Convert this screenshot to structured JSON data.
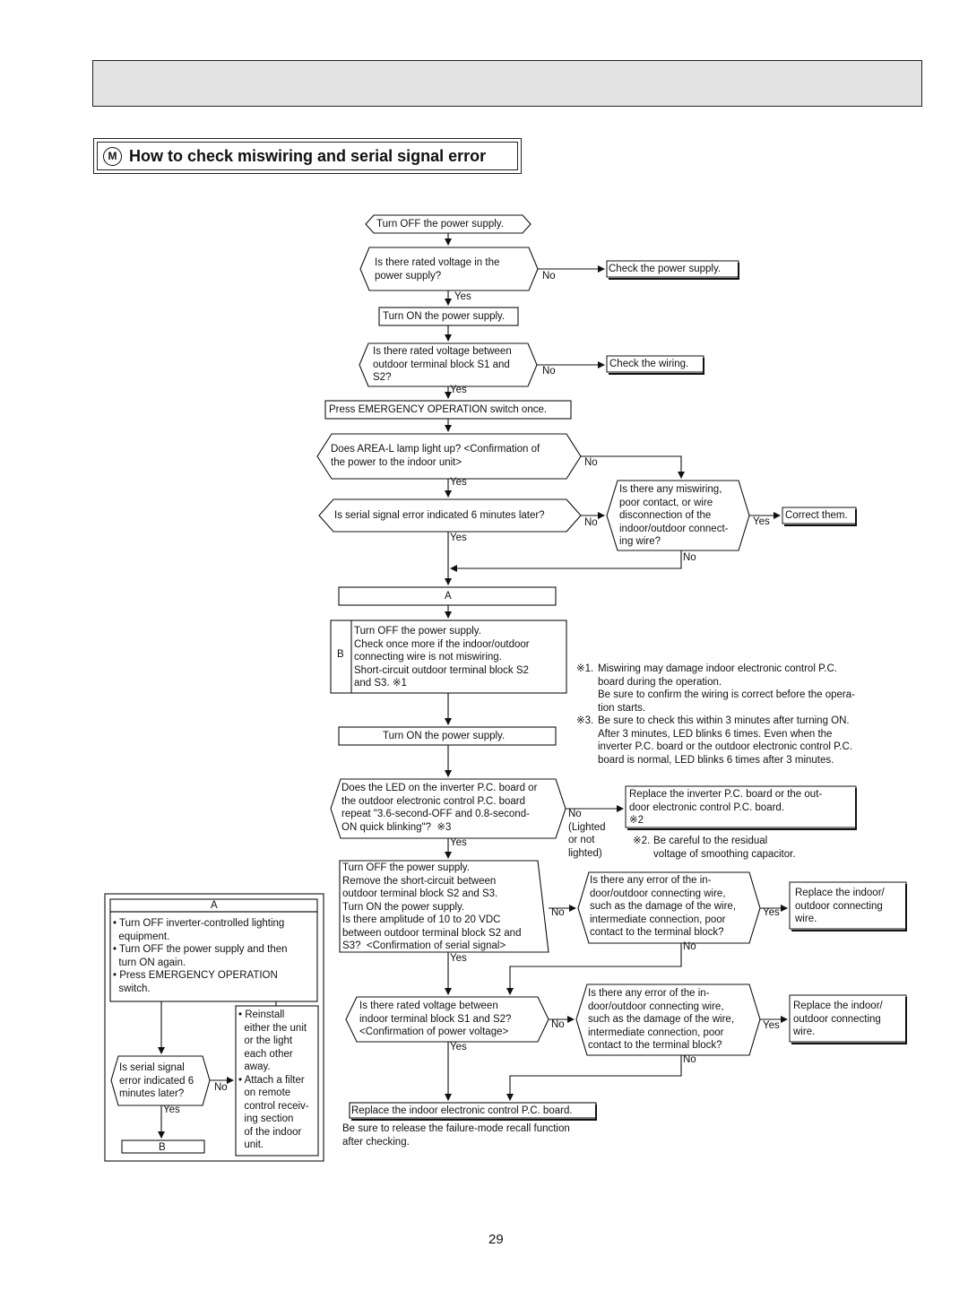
{
  "header": {
    "section_letter": "M",
    "title": "How to check miswiring and serial signal error"
  },
  "flow": {
    "start": "Turn OFF the power supply.",
    "q_rated_voltage": "Is there rated voltage in the\npower supply?",
    "check_power": "Check the power supply.",
    "turn_on_1": "Turn ON the power supply.",
    "q_s1_s2": "Is there rated voltage between\noutdoor terminal block S1 and\nS2?",
    "check_wiring": "Check the wiring.",
    "press_emergency": "Press EMERGENCY OPERATION switch once.",
    "q_area_l": "Does AREA-L lamp light up? <Confirmation of\nthe power to the indoor unit>",
    "q_serial_error": "Is serial signal error indicated 6 minutes later?",
    "q_miswiring": "Is there any miswiring,\npoor contact, or wire\ndisconnection of the\nindoor/outdoor connect-\ning wire?",
    "correct_them": "Correct them.",
    "label_a": "A",
    "label_b": "B",
    "b_box": "Turn OFF the power supply.\nCheck once more if the indoor/outdoor\nconnecting wire is not miswiring.\nShort-circuit outdoor terminal block S2\nand S3. ※1",
    "turn_on_2": "Turn ON the power supply.",
    "q_led": "Does the LED on the inverter P.C. board or\nthe outdoor electronic control P.C. board\nrepeat \"3.6-second-OFF and 0.8-second-\nON quick blinking\"?  ※3",
    "replace_inverter": "Replace the inverter P.C. board or the out-\ndoor electronic control P.C. board.\n※2",
    "no_lighted": "No\n(Lighted\nor not\nlighted)",
    "proc_amplitude": "Turn OFF the power supply.\nRemove the short-circuit between\noutdoor terminal block S2 and S3.\nTurn ON the power supply.\nIs there amplitude of 10 to 20 VDC\nbetween outdoor terminal block S2 and\nS3?  <Confirmation of serial signal>",
    "q_error_in_1": "Is there any error of the in-\ndoor/outdoor connecting wire,\nsuch as the damage of the wire,\nintermediate connection, poor\ncontact to the terminal block?",
    "replace_indoor_wire_1": "Replace the indoor/\noutdoor connecting\nwire.",
    "q_s1_s2_indoor": "Is there rated voltage between\nindoor terminal block S1 and S2?\n<Confirmation of power voltage>",
    "q_error_in_2": "Is there any error of the in-\ndoor/outdoor connecting wire,\nsuch as the damage of the wire,\nintermediate connection, poor\ncontact to the terminal block?",
    "replace_indoor_wire_2": "Replace the indoor/\noutdoor connecting\nwire.",
    "replace_indoor_pcb": "Replace the indoor electronic control P.C. board.",
    "release_note": "Be sure to release the failure-mode recall function\nafter checking.",
    "yes": "Yes",
    "no": "No"
  },
  "notes": {
    "note1_mark": "※1.",
    "note1": "Miswiring may damage indoor electronic control P.C.\nboard during the operation.\nBe sure to confirm the wiring is correct before the opera-\ntion starts.",
    "note3_mark": "※3.",
    "note3": "Be sure to check this within 3 minutes after turning ON.\nAfter 3 minutes, LED blinks 6 times. Even when the\ninverter P.C. board or the outdoor electronic control P.C.\nboard is normal, LED blinks 6 times after 3 minutes.",
    "note2_mark": "※2.",
    "note2": "Be careful to the residual\nvoltage of smoothing capacitor."
  },
  "sub_a": {
    "label": "A",
    "items": "• Turn OFF inverter-controlled lighting\n  equipment.\n• Turn OFF the power supply and then\n  turn ON again.\n• Press EMERGENCY OPERATION\n  switch.",
    "q_serial": "Is serial signal\nerror indicated 6\nminutes later?",
    "remedy": "• Reinstall\n  either the unit\n  or the light\n  each other\n  away.\n• Attach a filter\n  on remote\n  control receiv-\n  ing section\n  of the indoor\n  unit.",
    "label_b": "B"
  },
  "page_number": "29"
}
